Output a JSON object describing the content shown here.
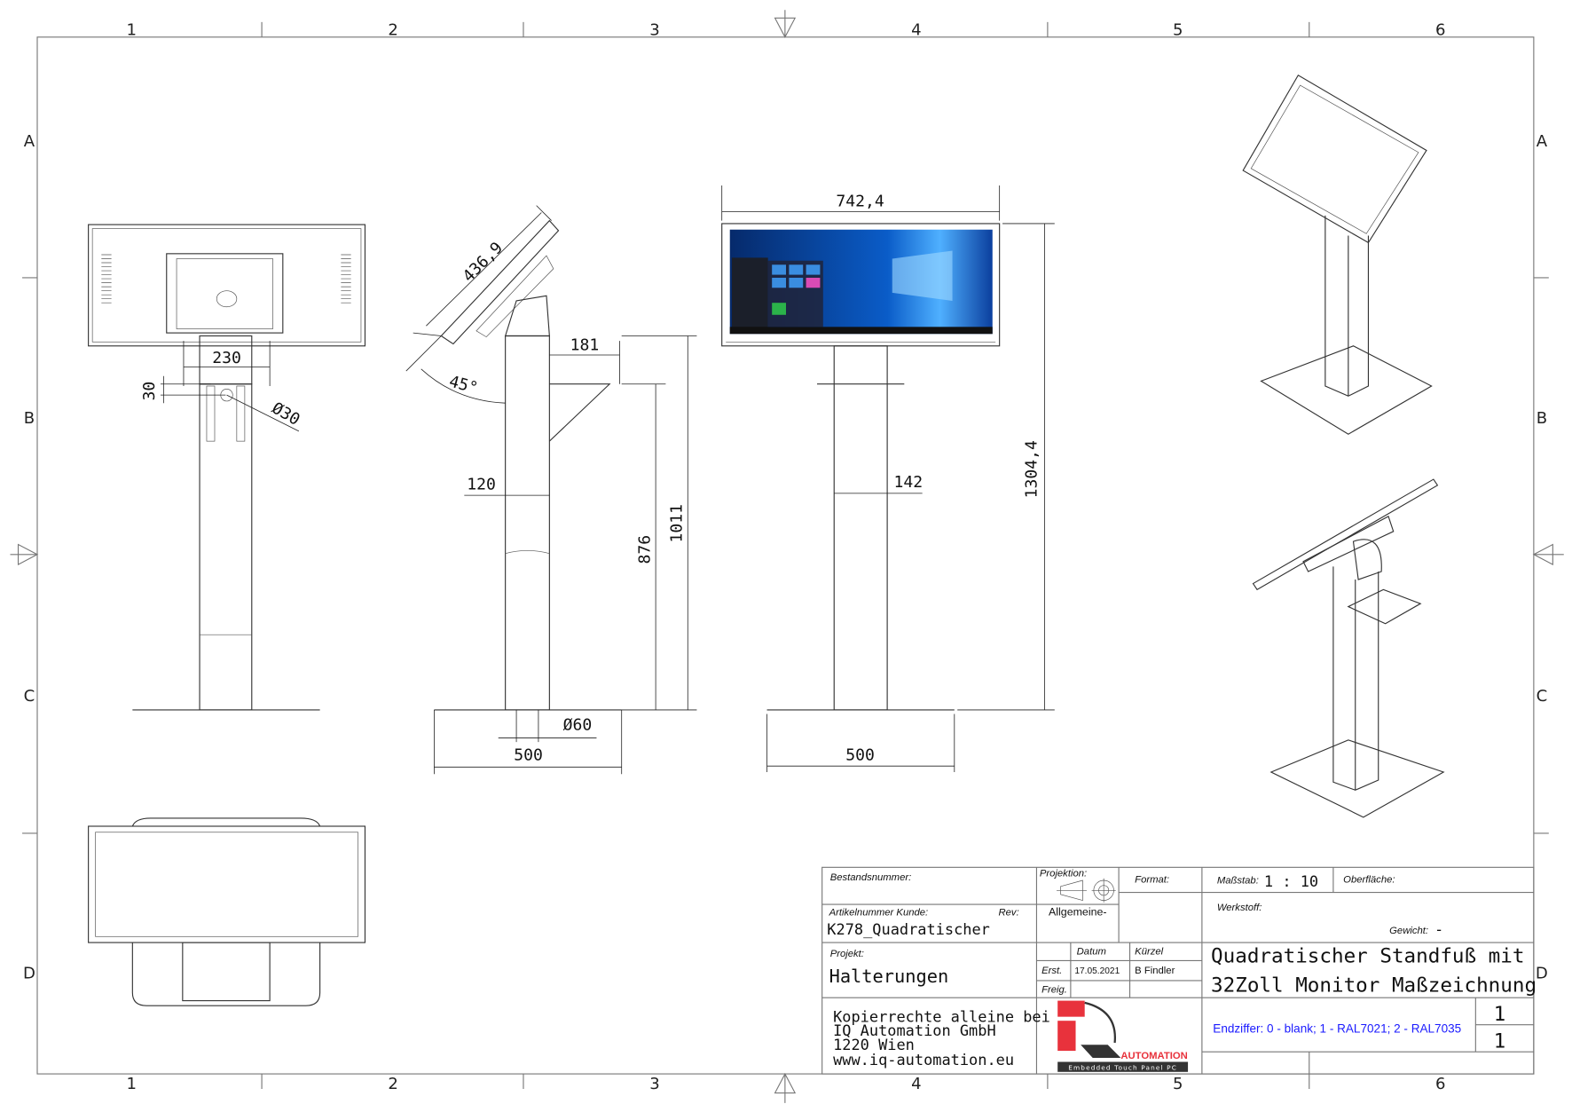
{
  "frame": {
    "columns": [
      "1",
      "2",
      "3",
      "4",
      "5",
      "6"
    ],
    "rows": [
      "A",
      "B",
      "C",
      "D"
    ]
  },
  "dimensions": {
    "front_width": "230",
    "front_height_offset": "30",
    "front_hole_dia": "Ø30",
    "side_monitor_length": "436,9",
    "side_angle": "45°",
    "side_shelf_depth": "181",
    "side_column_width": "120",
    "side_height_total": "1011",
    "side_height_shelf": "876",
    "side_base_hole": "Ø60",
    "side_base_width": "500",
    "screen_width": "742,4",
    "screen_column_width": "142",
    "screen_total_height": "1304,4",
    "screen_base_width": "500"
  },
  "title_block": {
    "bestandsnummer_label": "Bestandsnummer:",
    "projektion_label": "Projektion:",
    "format_label": "Format:",
    "massstab_label": "Maßstab:",
    "massstab_value": "1 : 10",
    "oberflaeche_label": "Oberfläche:",
    "werkstoff_label": "Werkstoff:",
    "gewicht_label": "Gewicht:",
    "gewicht_value": "-",
    "artikelnummer_label": "Artikelnummer Kunde:",
    "rev_label": "Rev:",
    "artikelnummer_value": "K278_Quadratischer",
    "allgemeine": "Allgemeine-",
    "projekt_label": "Projekt:",
    "projekt_value": "Halterungen",
    "datum_label": "Datum",
    "kuerzel_label": "Kürzel",
    "erst_label": "Erst.",
    "erst_datum": "17.05.2021",
    "erst_kuerzel": "B Findler",
    "freig_label": "Freig.",
    "title_line1": "Quadratischer Standfuß mit",
    "title_line2": "32Zoll Monitor Maßzeichnung",
    "copyright": [
      "Kopierrechte alleine bei",
      "IQ Automation GmbH",
      "1220 Wien",
      "www.iq-automation.eu"
    ],
    "logo_text": "AUTOMATION",
    "logo_sub": "Embedded Touch Panel PC",
    "endziffer": "Endziffer: 0 - blank; 1 - RAL7021; 2 - RAL7035",
    "sheet": "1",
    "sheets": "1"
  },
  "colors": {
    "logo_red": "#e8323c",
    "logo_dark": "#333333",
    "note_blue": "#1a1aff",
    "screen_blue": "#0a5cc8"
  }
}
